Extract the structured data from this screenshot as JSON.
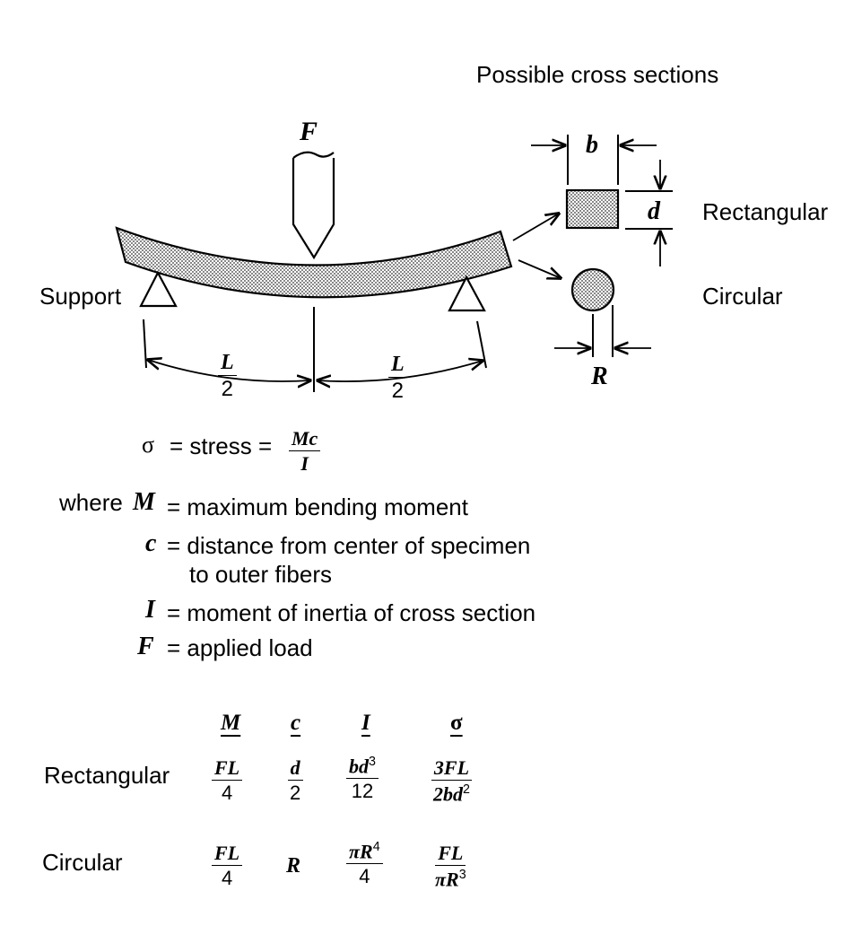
{
  "diagram": {
    "heading": "Possible cross sections",
    "force_label": "F",
    "support_label": "Support",
    "span_half_num": "L",
    "span_half_den": "2",
    "width_label": "b",
    "depth_label": "d",
    "radius_label": "R",
    "rect_label": "Rectangular",
    "circ_label": "Circular",
    "hatch_color": "#b0b0b0"
  },
  "formula": {
    "sigma": "σ",
    "eq_stress": "= stress =",
    "num": "Mc",
    "den": "I"
  },
  "definitions": {
    "where": "where",
    "items": [
      {
        "sym": "M",
        "text": "= maximum bending moment"
      },
      {
        "sym": "c",
        "text": "= distance from center of specimen"
      },
      {
        "sym": "",
        "text": "to outer fibers"
      },
      {
        "sym": "I",
        "text": "= moment of inertia of cross section"
      },
      {
        "sym": "F",
        "text": "= applied load"
      }
    ]
  },
  "table": {
    "headers": [
      "M",
      "c",
      "I",
      "σ"
    ],
    "rows": [
      {
        "label": "Rectangular",
        "M": {
          "num": "FL",
          "den": "4"
        },
        "c": {
          "num": "d",
          "den": "2"
        },
        "I": {
          "num": "bd",
          "num_sup": "3",
          "den": "12"
        },
        "s": {
          "num": "3FL",
          "den": "2bd",
          "den_sup": "2"
        }
      },
      {
        "label": "Circular",
        "M": {
          "num": "FL",
          "den": "4"
        },
        "c": {
          "value": "R"
        },
        "I": {
          "num": "πR",
          "num_sup": "4",
          "den": "4"
        },
        "s": {
          "num": "FL",
          "den": "πR",
          "den_sup": "3"
        }
      }
    ]
  }
}
